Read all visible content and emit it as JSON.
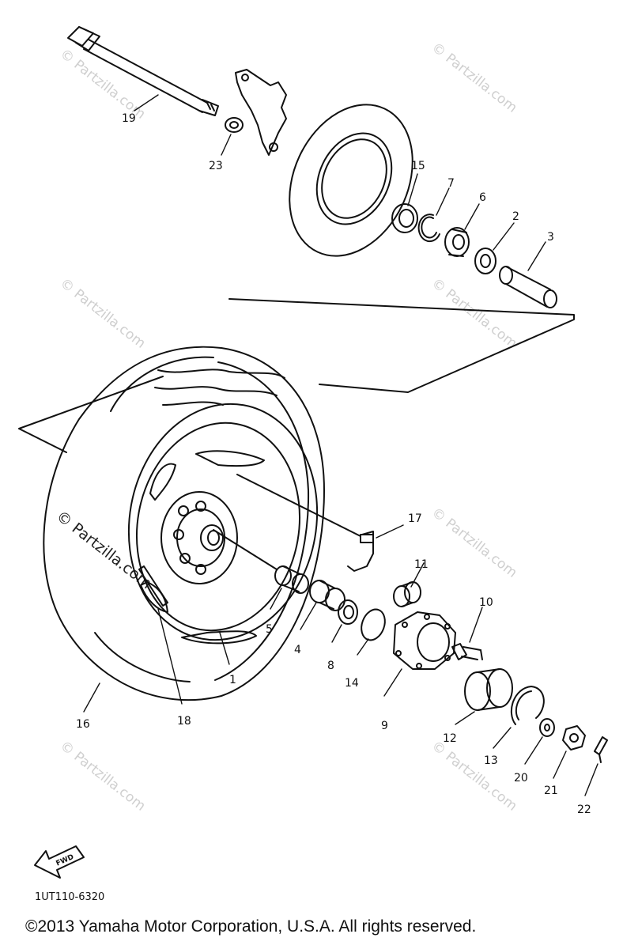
{
  "diagram": {
    "part_code": "1UT110-6320",
    "fwd_label": "FWD",
    "watermark_text": "© Partzilla.com",
    "copyright": "©2013 Yamaha Motor Corporation, U.S.A. All rights reserved.",
    "callouts": [
      "1",
      "2",
      "3",
      "4",
      "5",
      "6",
      "7",
      "8",
      "9",
      "10",
      "11",
      "12",
      "13",
      "14",
      "15",
      "16",
      "17",
      "18",
      "19",
      "20",
      "21",
      "22",
      "23"
    ],
    "line_color": "#111111"
  }
}
